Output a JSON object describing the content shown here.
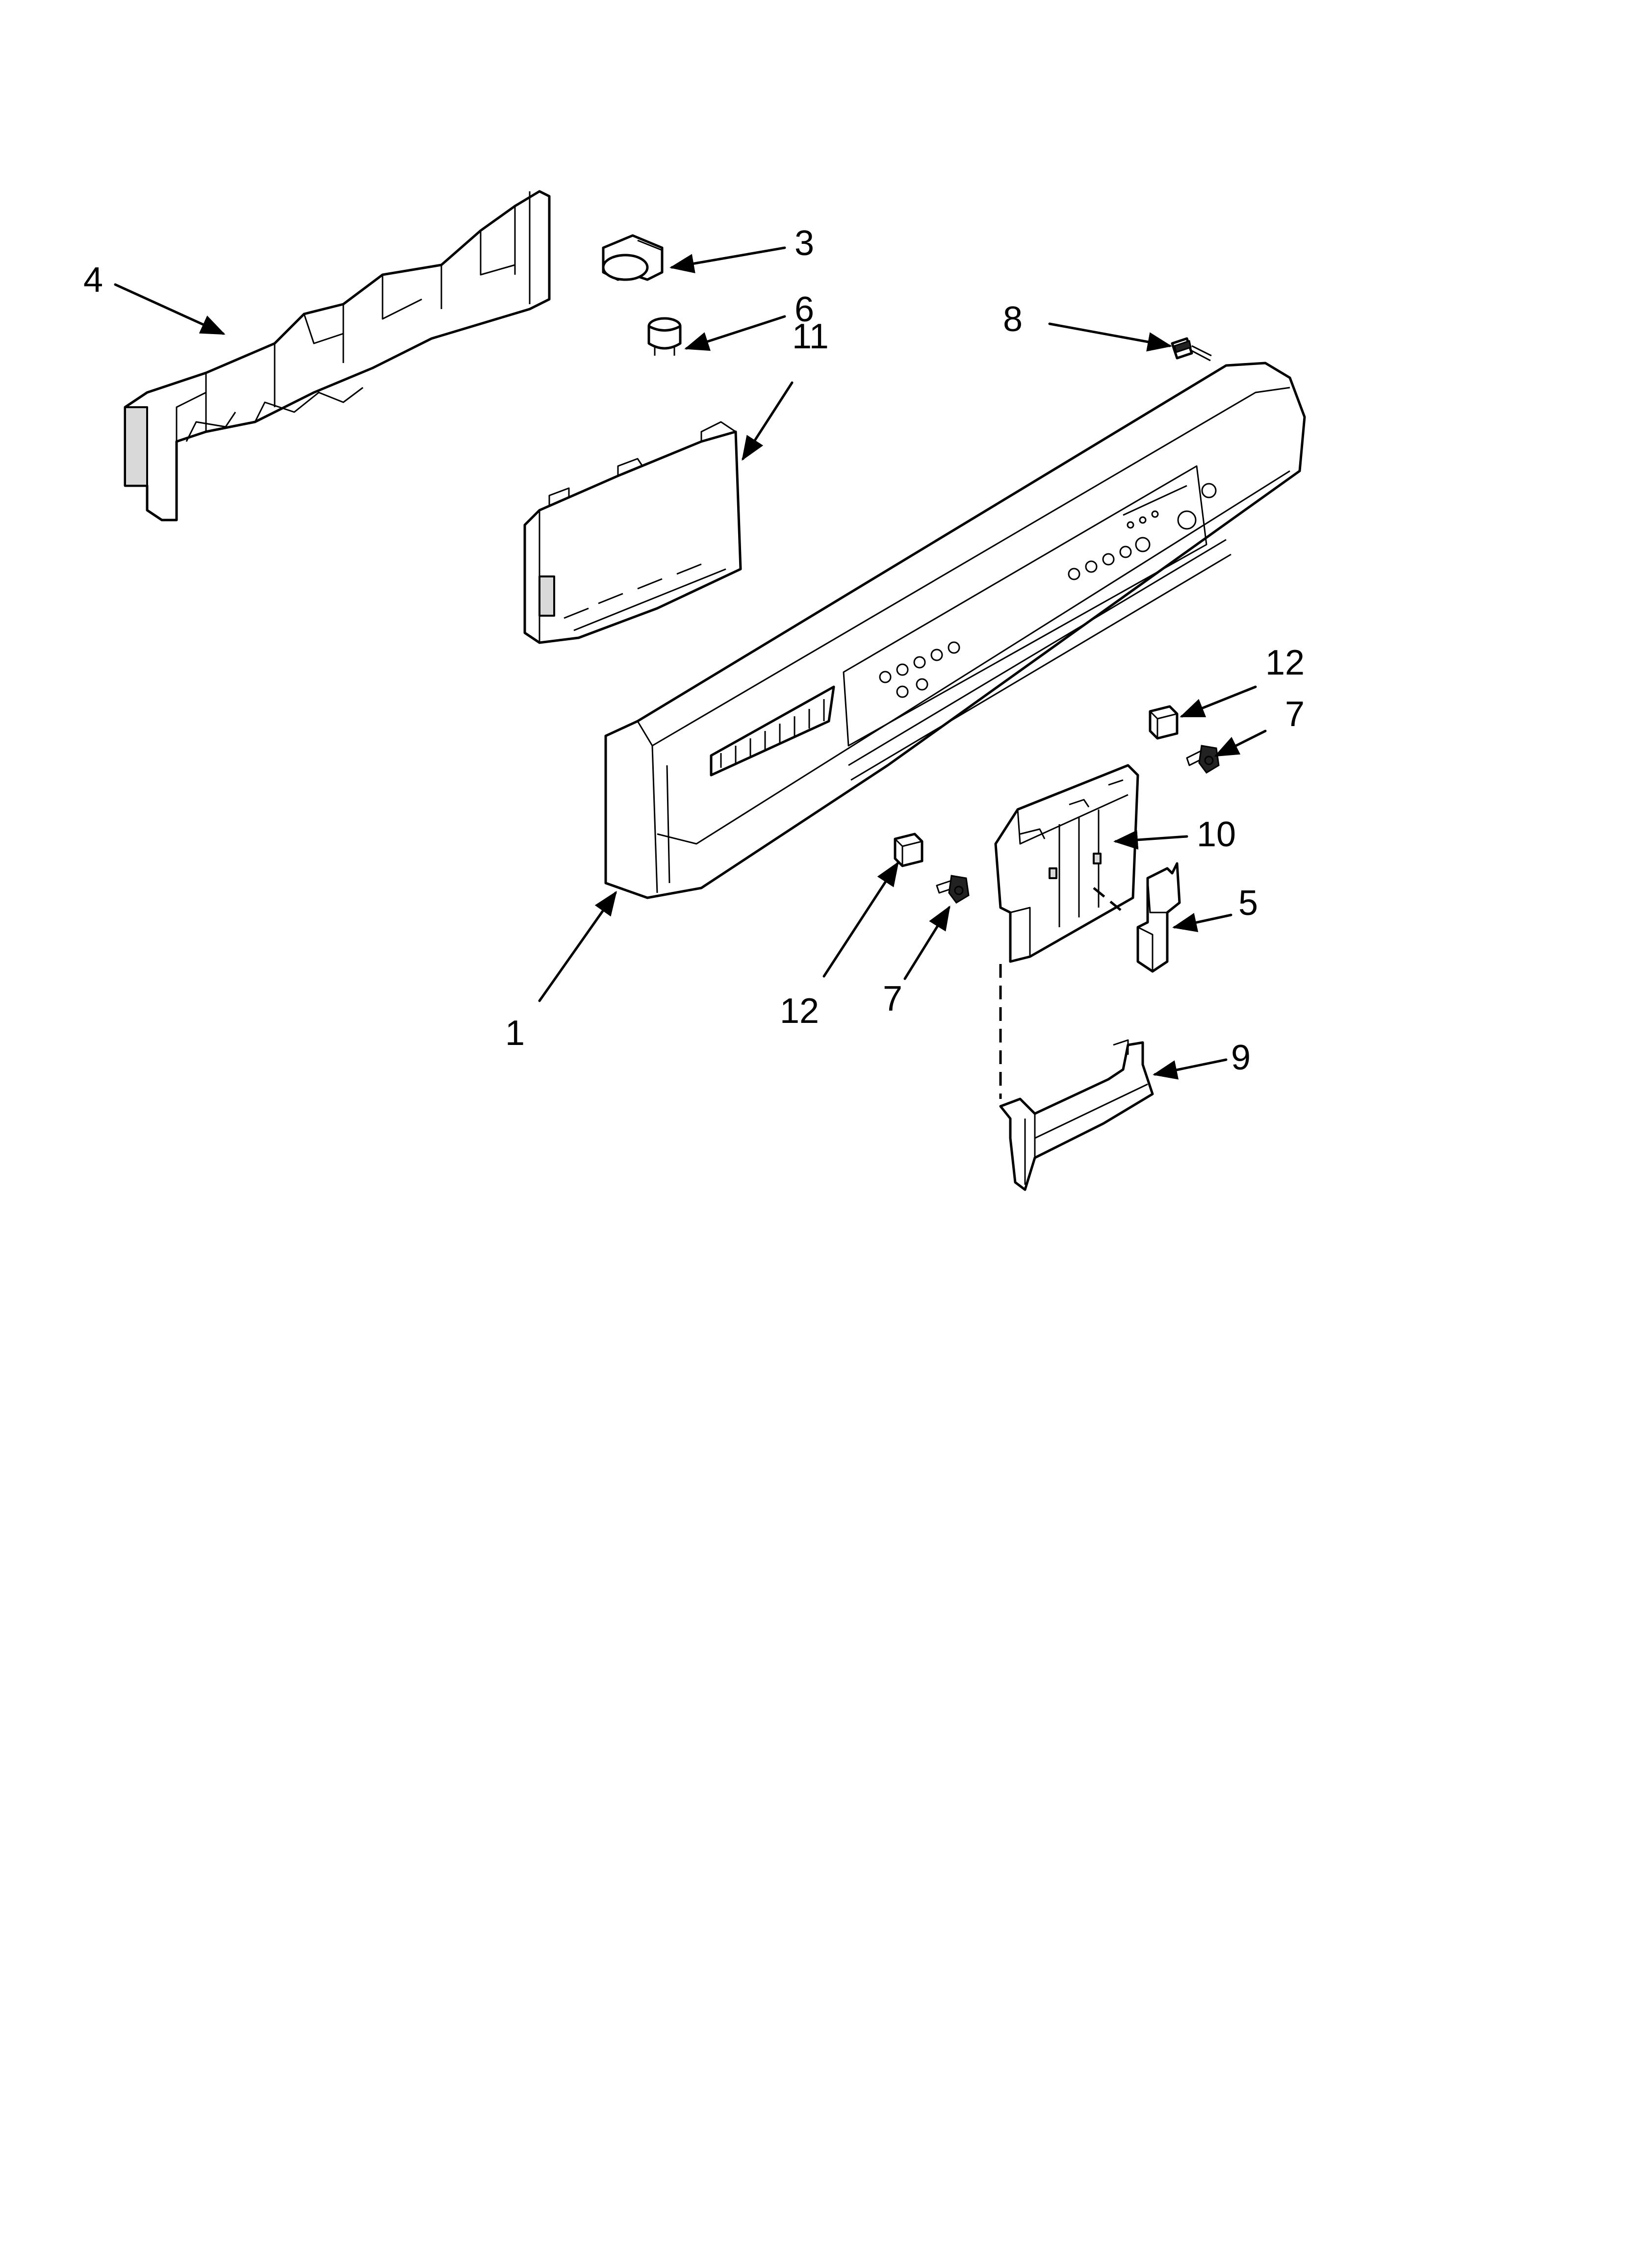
{
  "callouts": {
    "c1": "1",
    "c3": "3",
    "c4": "4",
    "c5": "5",
    "c6": "6",
    "c7a": "7",
    "c7b": "7",
    "c8": "8",
    "c9": "9",
    "c10": "10",
    "c11": "11",
    "c12a": "12",
    "c12b": "12"
  }
}
